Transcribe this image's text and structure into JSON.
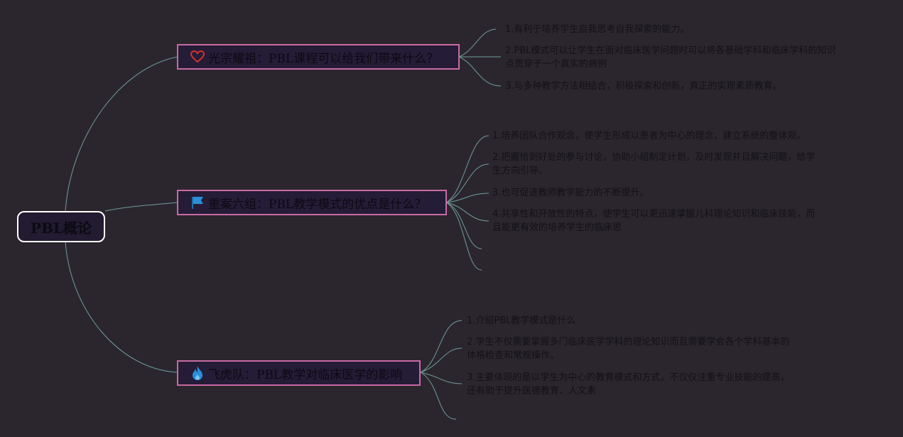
{
  "root": {
    "label": "PBL概论"
  },
  "colors": {
    "background": "#2b262d",
    "link": "#6f9e9b",
    "topic_border": "#c96aa3",
    "root_border": "#ffffff"
  },
  "topics": [
    {
      "icon": "heart-icon",
      "label": "光宗耀祖：PBL课程可以给我们带来什么？",
      "items": [
        {
          "lines": [
            "1.有利于培养学生自我思考自我探索的能力。"
          ]
        },
        {
          "lines": [
            "2.PBL模式可以让学生在面对临床医学问题时可以将各基础学科和临床学科的知识",
            "点贯穿于一个真实的病例"
          ]
        },
        {
          "lines": [
            "3.与多种教学方法相结合，积极探索和创新，真正的实现素质教育。"
          ]
        }
      ]
    },
    {
      "icon": "flag-icon",
      "label": "重案六组：PBL教学模式的优点是什么？",
      "items": [
        {
          "lines": [
            "1.培养团队合作观念，使学生形成以患者为中心的理念，建立系统的整体观。"
          ]
        },
        {
          "lines": [
            "2.把握恰到好处的参与讨论，协助小组制定计划，及时发现并且解决问题，给学",
            "生方向引导。"
          ]
        },
        {
          "lines": [
            "3.也可促进教师教学能力的不断提升。"
          ]
        },
        {
          "lines": [
            "4.共享性和开放性的特点，使学生可以更迅速掌握儿科理论知识和临床技能，而",
            "且能更有效的培养学生的临床思"
          ]
        }
      ]
    },
    {
      "icon": "fire-icon",
      "label": "飞虎队：PBL教学对临床医学的影响",
      "items": [
        {
          "lines": [
            "1.介绍PBL教学模式是什么"
          ]
        },
        {
          "lines": [
            "2.学生不仅需要掌握多门临床医学学科的理论知识而且需要学会各个学科基本的",
            "体格检查和常规操作。"
          ]
        },
        {
          "lines": [
            "3.主要体现的是以学生为中心的教育模式和方式，不仅仅注重专业技能的提高，",
            "还有助于提升医德教育、人文素"
          ]
        }
      ]
    }
  ]
}
